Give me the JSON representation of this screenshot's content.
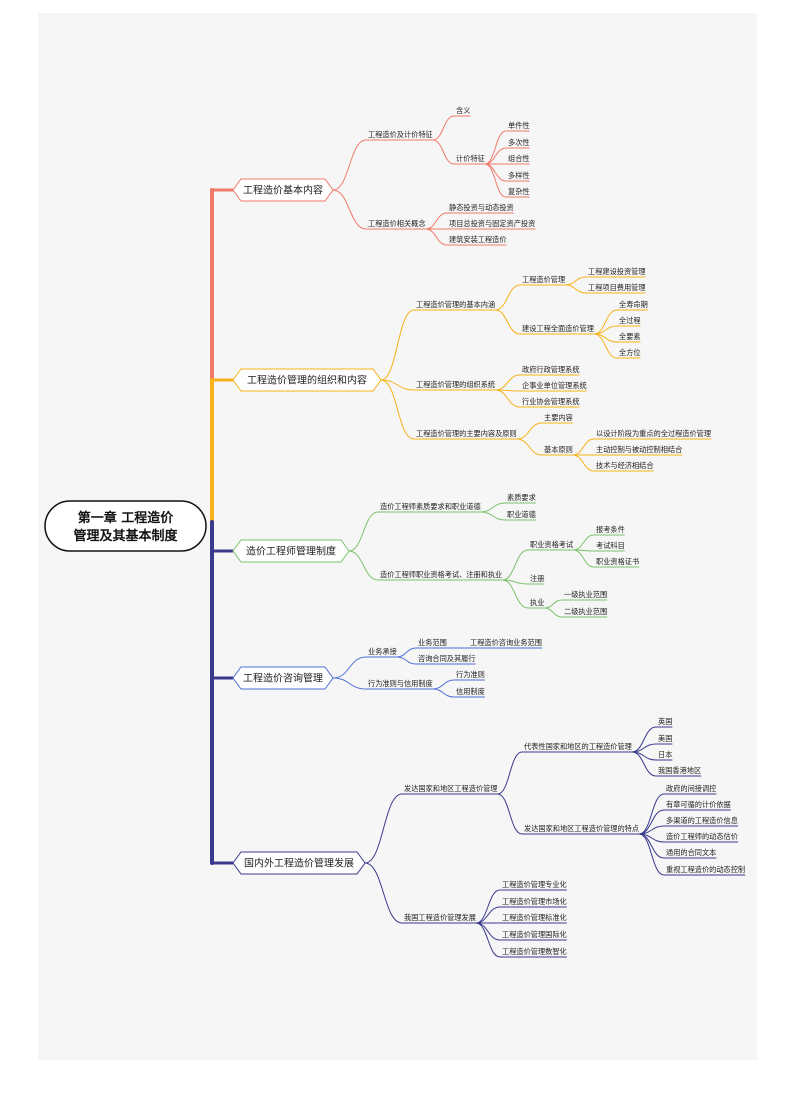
{
  "root": {
    "line1": "第一章  工程造价",
    "line2": "管理及其基本制度"
  },
  "colors": {
    "red": "#f07a6a",
    "orange": "#f6b21b",
    "green": "#7bc26b",
    "blue": "#4f6fd6",
    "navy": "#3a3a8c"
  },
  "branches": [
    {
      "title": "工程造价基本内容",
      "children": [
        {
          "label": "工程造价及计价特征",
          "children": [
            {
              "label": "含义"
            },
            {
              "label": "计价特征",
              "children": [
                {
                  "label": "单件性"
                },
                {
                  "label": "多次性"
                },
                {
                  "label": "组合性"
                },
                {
                  "label": "多样性"
                },
                {
                  "label": "复杂性"
                }
              ]
            }
          ]
        },
        {
          "label": "工程造价相关概念",
          "children": [
            {
              "label": "静态投资与动态投资"
            },
            {
              "label": "项目总投资与固定资产投资"
            },
            {
              "label": "建筑安装工程造价"
            }
          ]
        }
      ]
    },
    {
      "title": "工程造价管理的组织和内容",
      "children": [
        {
          "label": "工程造价管理的基本内涵",
          "children": [
            {
              "label": "工程造价管理",
              "children": [
                {
                  "label": "工程建设投资管理"
                },
                {
                  "label": "工程项目费用管理"
                }
              ]
            },
            {
              "label": "建设工程全面造价管理",
              "children": [
                {
                  "label": "全寿命期"
                },
                {
                  "label": "全过程"
                },
                {
                  "label": "全要素"
                },
                {
                  "label": "全方位"
                }
              ]
            }
          ]
        },
        {
          "label": "工程造价管理的组织系统",
          "children": [
            {
              "label": "政府行政管理系统"
            },
            {
              "label": "企事业单位管理系统"
            },
            {
              "label": "行业协会管理系统"
            }
          ]
        },
        {
          "label": "工程造价管理的主要内容及原则",
          "children": [
            {
              "label": "主要内容"
            },
            {
              "label": "基本原则",
              "children": [
                {
                  "label": "以设计阶段为重点的全过程造价管理"
                },
                {
                  "label": "主动控制与被动控制相结合"
                },
                {
                  "label": "技术与经济相结合"
                }
              ]
            }
          ]
        }
      ]
    },
    {
      "title": "造价工程师管理制度",
      "children": [
        {
          "label": "造价工程师素质要求和职业道德",
          "children": [
            {
              "label": "素质要求"
            },
            {
              "label": "职业道德"
            }
          ]
        },
        {
          "label": "造价工程师职业资格考试、注册和执业",
          "children": [
            {
              "label": "职业资格考试",
              "children": [
                {
                  "label": "报考条件"
                },
                {
                  "label": "考试科目"
                },
                {
                  "label": "职业资格证书"
                }
              ]
            },
            {
              "label": "注册"
            },
            {
              "label": "执业",
              "children": [
                {
                  "label": "一级执业范围"
                },
                {
                  "label": "二级执业范围"
                }
              ]
            }
          ]
        }
      ]
    },
    {
      "title": "工程造价咨询管理",
      "children": [
        {
          "label": "业务承接",
          "children": [
            {
              "label": "业务范围",
              "children": [
                {
                  "label": "工程造价咨询业务范围"
                }
              ]
            },
            {
              "label": "咨询合同及其履行"
            }
          ]
        },
        {
          "label": "行为准则与信用制度",
          "children": [
            {
              "label": "行为准则"
            },
            {
              "label": "信用制度"
            }
          ]
        }
      ]
    },
    {
      "title": "国内外工程造价管理发展",
      "children": [
        {
          "label": "发达国家和地区工程造价管理",
          "children": [
            {
              "label": "代表性国家和地区的工程造价管理",
              "children": [
                {
                  "label": "英国"
                },
                {
                  "label": "美国"
                },
                {
                  "label": "日本"
                },
                {
                  "label": "我国香港地区"
                }
              ]
            },
            {
              "label": "发达国家和地区工程造价管理的特点",
              "children": [
                {
                  "label": "政府的间接调控"
                },
                {
                  "label": "有章可循的计价依据"
                },
                {
                  "label": "多渠道的工程造价信息"
                },
                {
                  "label": "造价工程师的动态估价"
                },
                {
                  "label": "通用的合同文本"
                },
                {
                  "label": "重视工程造价的动态控制"
                }
              ]
            }
          ]
        },
        {
          "label": "我国工程造价管理发展",
          "children": [
            {
              "label": "工程造价管理专业化"
            },
            {
              "label": "工程造价管理市场化"
            },
            {
              "label": "工程造价管理标准化"
            },
            {
              "label": "工程造价管理国际化"
            },
            {
              "label": "工程造价管理数智化"
            }
          ]
        }
      ]
    }
  ]
}
